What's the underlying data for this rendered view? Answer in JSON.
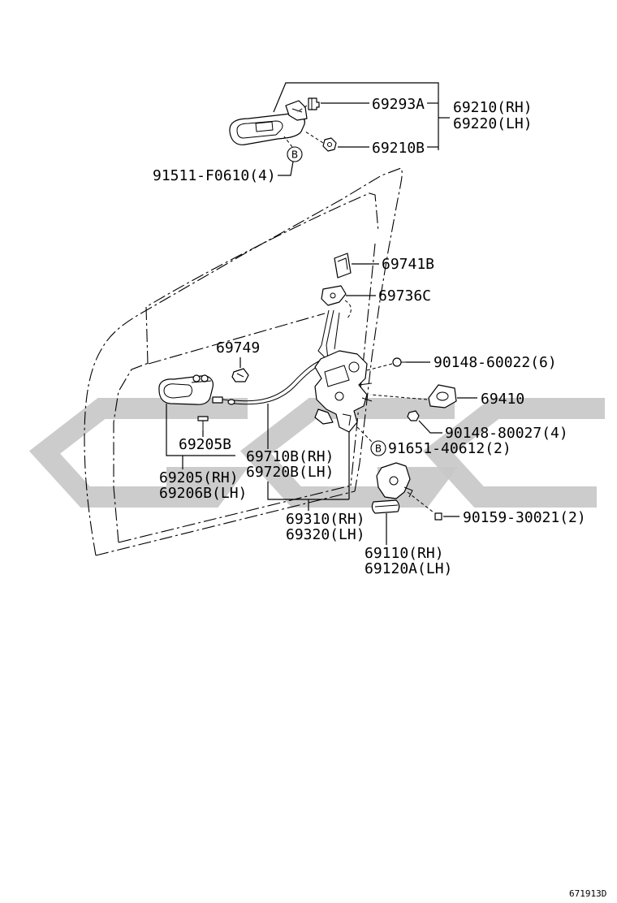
{
  "labels": {
    "p69293A": "69293A",
    "p69210_rh": "69210(RH)",
    "p69220_lh": "69220(LH)",
    "p69210B": "69210B",
    "p91511": "91511-F0610(4)",
    "marker_b1": "B",
    "p69741B": "69741B",
    "p69736C": "69736C",
    "p69749": "69749",
    "p90148_60022": "90148-60022(6)",
    "p69410": "69410",
    "p90148_80027": "90148-80027(4)",
    "marker_b2": "B",
    "p91651": "91651-40612(2)",
    "p69205B": "69205B",
    "p69710B_rh": "69710B(RH)",
    "p69720B_lh": "69720B(LH)",
    "p69205_rh": "69205(RH)",
    "p69206B_lh": "69206B(LH)",
    "p69310_rh": "69310(RH)",
    "p69320_lh": "69320(LH)",
    "p90159": "90159-30021(2)",
    "p69110_rh": "69110(RH)",
    "p69120A_lh": "69120A(LH)"
  },
  "illustration_code": "671913D",
  "colors": {
    "line": "#000000",
    "watermark": "#c8c8c8",
    "background": "#ffffff"
  }
}
